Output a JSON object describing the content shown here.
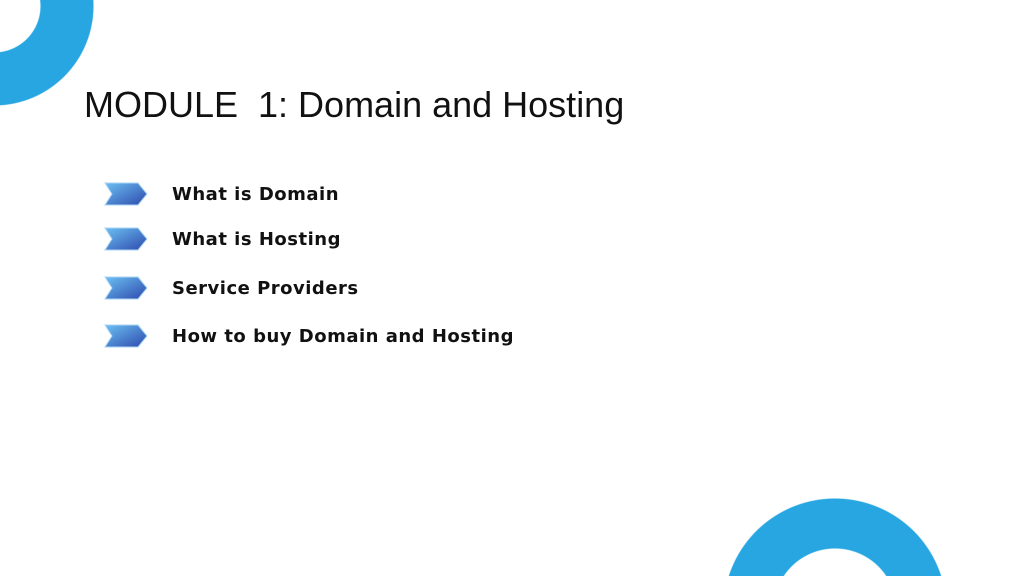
{
  "slide": {
    "title": "MODULE  1: Domain and Hosting",
    "items": [
      {
        "label": "What is Domain",
        "icon": "chevron-arrow-icon"
      },
      {
        "label": "What is Hosting",
        "icon": "chevron-arrow-icon"
      },
      {
        "label": "Service Providers",
        "icon": "chevron-arrow-icon"
      },
      {
        "label": "How to buy Domain and Hosting",
        "icon": "chevron-arrow-icon"
      }
    ],
    "colors": {
      "accent": "#27a6e1",
      "chevron_start": "#5fb2ee",
      "chevron_end": "#2f4fb3"
    }
  }
}
